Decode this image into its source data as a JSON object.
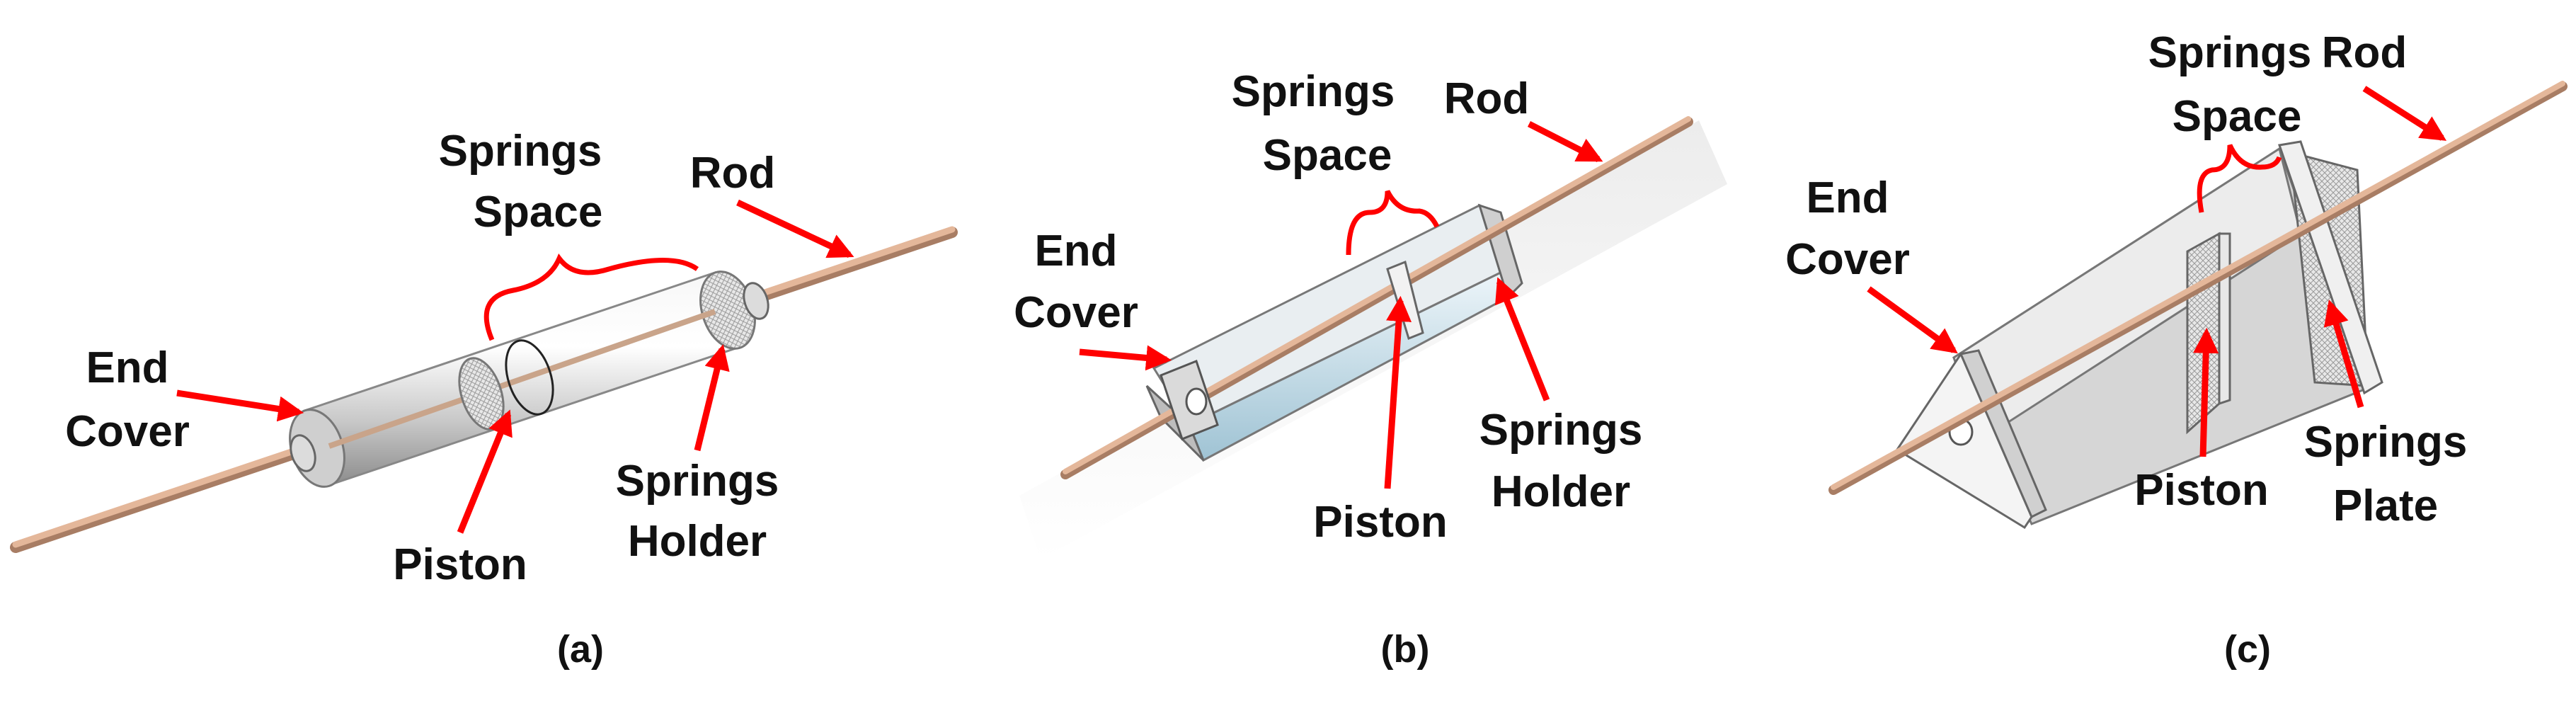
{
  "colors": {
    "arrow": "#ff0000",
    "rod": "#d8a888",
    "metal": "#d9d9d9",
    "text": "#111111"
  },
  "panels": [
    {
      "caption": "(a)",
      "labels": {
        "springs_space": [
          "Springs",
          "Space"
        ],
        "rod": "Rod",
        "end_cover": [
          "End",
          "Cover"
        ],
        "piston": "Piston",
        "springs_holder": [
          "Springs",
          "Holder"
        ]
      }
    },
    {
      "caption": "(b)",
      "labels": {
        "springs_space": [
          "Springs",
          "Space"
        ],
        "rod": "Rod",
        "end_cover": [
          "End",
          "Cover"
        ],
        "piston": "Piston",
        "springs_holder": [
          "Springs",
          "Holder"
        ]
      }
    },
    {
      "caption": "(c)",
      "labels": {
        "springs_space": [
          "Springs",
          "Space"
        ],
        "rod": "Rod",
        "end_cover": [
          "End",
          "Cover"
        ],
        "piston": "Piston",
        "springs_plate": [
          "Springs",
          "Plate"
        ]
      }
    }
  ]
}
